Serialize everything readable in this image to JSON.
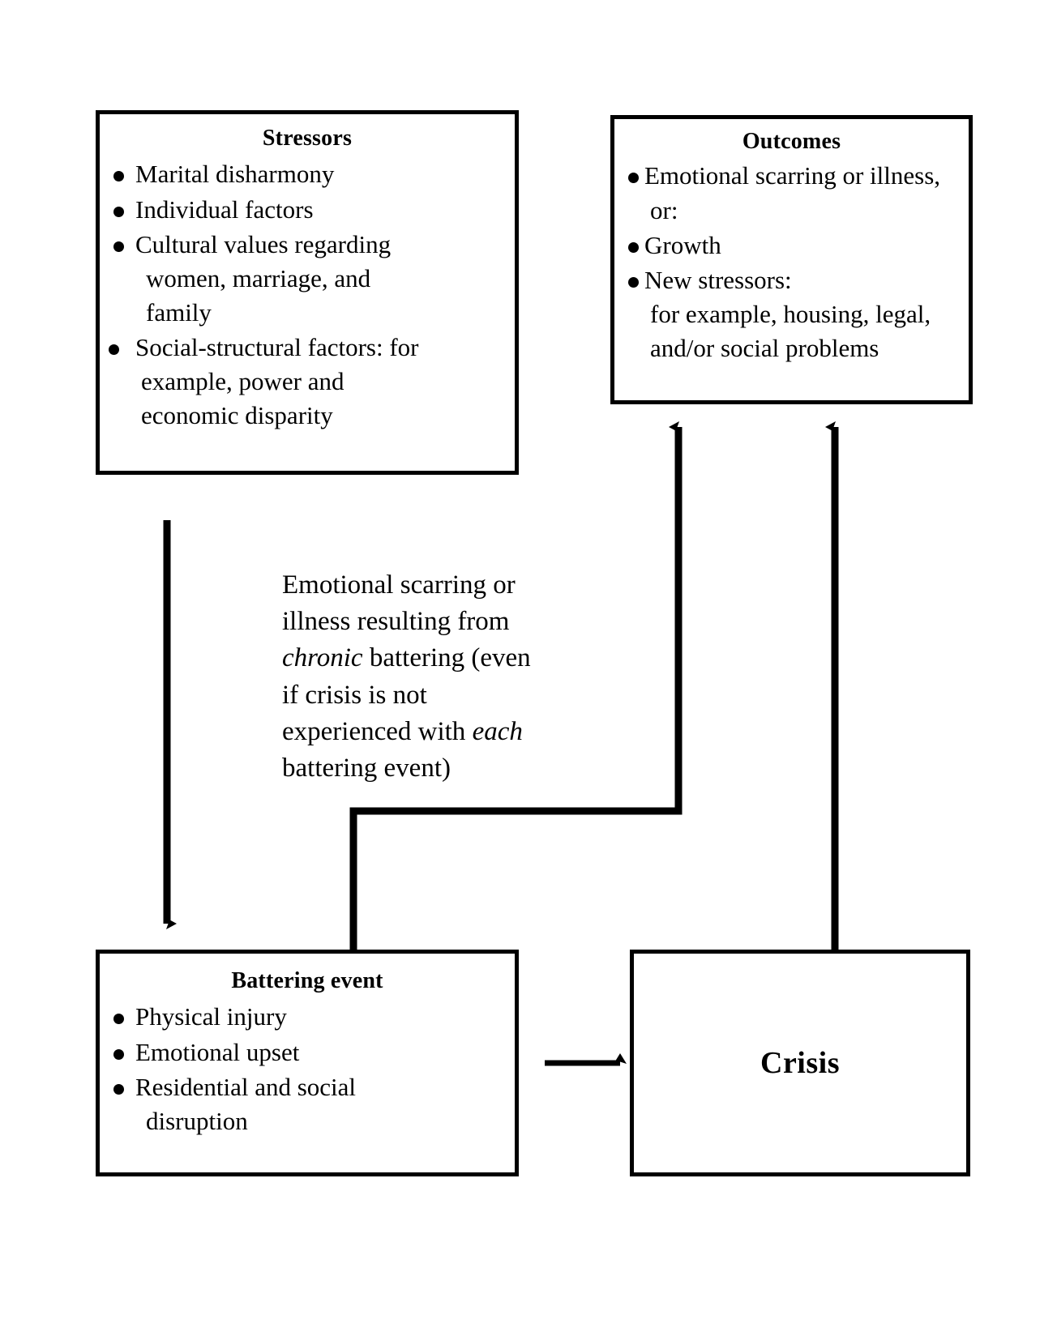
{
  "diagram": {
    "title": "Battering, crisis and outcomes flow diagram",
    "line_color": "#000000",
    "background_color": "#ffffff"
  },
  "stressors": {
    "title": "Stressors",
    "items": [
      {
        "lines": [
          "Marital disharmony"
        ]
      },
      {
        "lines": [
          "Individual factors"
        ]
      },
      {
        "lines": [
          "Cultural values regarding",
          "women, marriage, and",
          "family"
        ]
      },
      {
        "lines": [
          "Social-structural factors: for",
          "example, power and",
          "economic disparity"
        ]
      }
    ]
  },
  "outcomes": {
    "title": "Outcomes",
    "items": [
      {
        "lines": [
          "Emotional scarring or illness,",
          "or:"
        ]
      },
      {
        "lines": [
          "Growth"
        ]
      },
      {
        "lines": [
          "New stressors:",
          "for example, housing, legal,",
          "and/or social problems"
        ]
      }
    ]
  },
  "battering_event": {
    "title": "Battering event",
    "items": [
      {
        "lines": [
          "Physical injury"
        ]
      },
      {
        "lines": [
          "Emotional upset"
        ]
      },
      {
        "lines": [
          "Residential and social",
          "disruption"
        ]
      }
    ]
  },
  "crisis": {
    "label": "Crisis"
  },
  "chronic_note": {
    "segments": [
      {
        "text": "Emotional scarring or illness resulting from ",
        "italic": false
      },
      {
        "text": "chronic",
        "italic": true
      },
      {
        "text": " battering (even if crisis is not experienced with ",
        "italic": false
      },
      {
        "text": "each",
        "italic": true
      },
      {
        "text": " battering event)",
        "italic": false
      }
    ],
    "line1": "Emotional scarring or",
    "line2": "illness resulting from",
    "line3a": "chronic",
    "line3b": " battering (even",
    "line4": "if crisis is not",
    "line5a": "experienced with ",
    "line5b": "each",
    "line6": "battering event)"
  },
  "connectors": [
    {
      "name": "stressors-to-battering-event",
      "from": "Stressors",
      "to": "Battering event",
      "arrow": true
    },
    {
      "name": "battering-event-to-outcomes",
      "from": "Battering event",
      "to": "Outcomes",
      "arrow": true,
      "label": "chronic-note"
    },
    {
      "name": "battering-event-to-crisis",
      "from": "Battering event",
      "to": "Crisis",
      "arrow": true
    },
    {
      "name": "crisis-to-outcomes",
      "from": "Crisis",
      "to": "Outcomes",
      "arrow": true
    }
  ]
}
